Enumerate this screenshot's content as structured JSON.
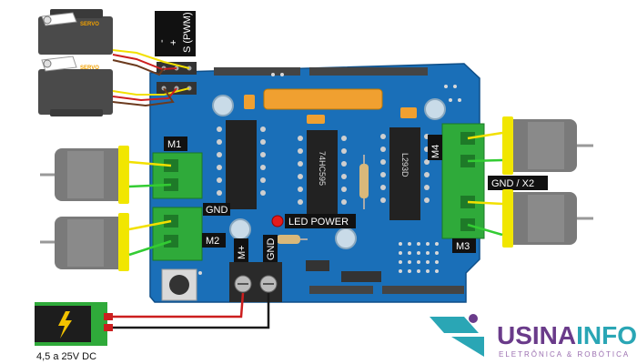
{
  "labels": {
    "pwm_header": "S (PWM)",
    "plus": "+",
    "minus": "-",
    "servo_1": "SERVO",
    "servo_2": "SERVO",
    "m1": "M1",
    "m2": "M2",
    "m3": "M3",
    "m4": "M4",
    "gnd_left": "GND",
    "gnd_x2": "GND / X2",
    "led_power": "LED POWER",
    "m_plus": "M+",
    "gnd_terminal": "GND",
    "chip_1": "74HC595",
    "chip_2": "L293D",
    "voltage": "4,5 a 25V DC"
  },
  "logo": {
    "usina": "USINA",
    "info": "INFO",
    "tagline": "ELETRÔNICA & ROBÓTICA"
  },
  "colors": {
    "board": "#1a6fb8",
    "terminal": "#2faa3a",
    "motor_body": "#7a7a7a",
    "motor_cap": "#f1e600",
    "wire_red": "#cc1f1f",
    "wire_black": "#1a1a1a",
    "wire_yellow": "#f2e000",
    "wire_green": "#33cc33",
    "wire_brown": "#6b3a1e",
    "logo_teal": "#2aa6b5",
    "logo_purple": "#6a3b8a"
  }
}
